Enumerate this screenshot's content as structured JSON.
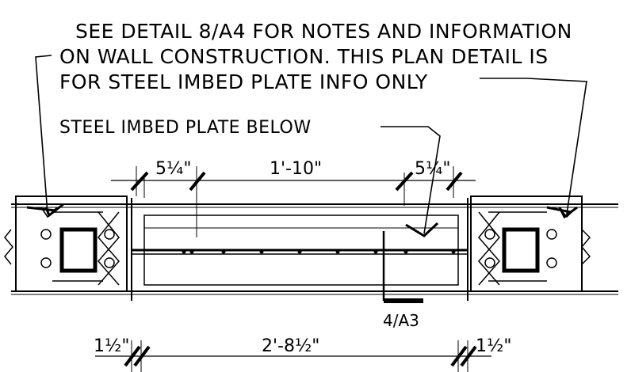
{
  "notes": {
    "line1": "SEE DETAIL 8/A4 FOR NOTES AND INFORMATION",
    "line2": "ON WALL CONSTRUCTION.  THIS PLAN DETAIL IS",
    "line3": "FOR STEEL IMBED PLATE INFO ONLY",
    "plate_label": "STEEL IMBED PLATE BELOW"
  },
  "dimensions": {
    "top_left": "5¼\"",
    "top_center": "1'-10\"",
    "top_right": "5¼\"",
    "bottom_left": "1½\"",
    "bottom_center": "2'-8½\"",
    "bottom_right": "1½\""
  },
  "section_ref": "4/A3"
}
